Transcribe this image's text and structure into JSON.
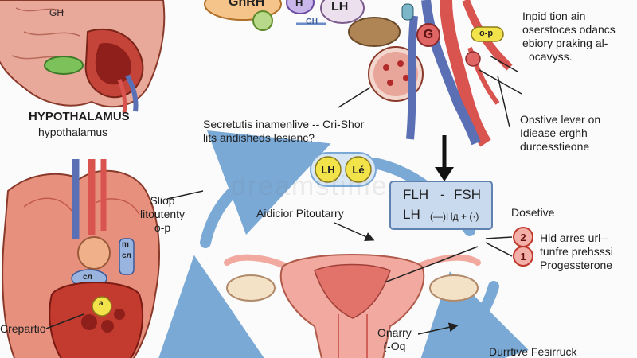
{
  "labels": {
    "gnrh_top": "GnRH",
    "gh_small": "GH",
    "lh_top": "LH",
    "h_mark": "H",
    "blue_tag": "GH",
    "g_circle": "G",
    "p_tag": "o-p",
    "hypothalamus_title": "HYPOTHALAMUS",
    "hypothalamus_sub": "hypothalamus",
    "right_top": [
      "Inpid tion ain",
      "oserstoces odancs",
      "ebiory praking al-",
      "ocavyss."
    ],
    "right_mid": [
      "Onstive lever on",
      "Idiease erghh",
      "durcesstieone"
    ],
    "secretion_caption": [
      "Secretutis inamenlive -- Cri-Shor",
      "lits andisheds lesienc?"
    ],
    "pill_lh": "LH",
    "pill_le": "Lé",
    "stop_box": [
      "Sliop",
      "litoutenty",
      "o-p"
    ],
    "pituitary_label": "Aidicior Pitoutarry",
    "flh_box": [
      "FLH",
      "-",
      "FSH",
      "LH",
      "(—)Hд + (·)"
    ],
    "dosetive": "Dosetive",
    "num_2": "2",
    "num_1": "1",
    "right_bottom": [
      "Hid arres url--",
      "tunfre prehsssi",
      "Progessterone"
    ],
    "creparito": "Crepartio",
    "onarry": [
      "Onarry",
      "(-Oq"
    ],
    "durtive": "Durrtive Fesirruck",
    "left_column_tags": [
      "m",
      "сл",
      "сл",
      "a"
    ],
    "watermark": "dreamstime"
  },
  "colors": {
    "organ_red": "#d9534f",
    "organ_pink": "#f2a9a0",
    "arrow_blue": "#7aa9d6",
    "vein_blue": "#5b6fb5",
    "pill_yellow": "#f3e34a",
    "box_blue": "#c9d9ee",
    "badge_red": "#e06666",
    "gland_green": "#7dc15a"
  }
}
